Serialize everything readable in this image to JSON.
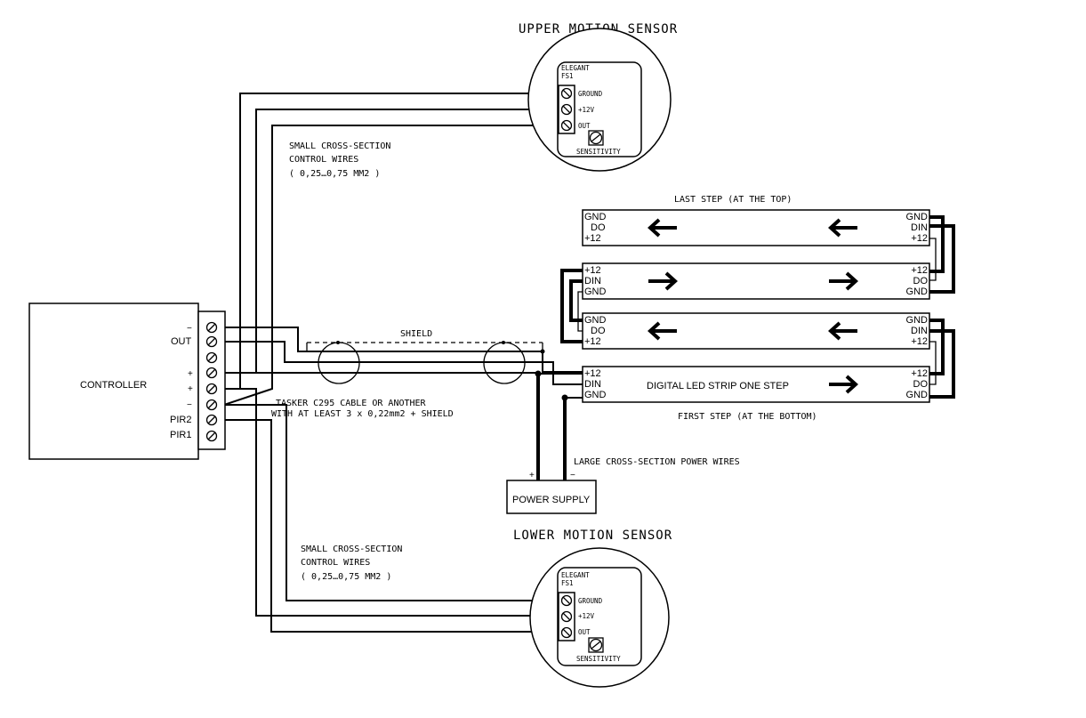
{
  "titles": {
    "upper_sensor": "UPPER MOTION SENSOR",
    "lower_sensor": "LOWER MOTION SENSOR"
  },
  "controller": {
    "label": "CONTROLLER",
    "terminals": [
      "−",
      "OUT",
      "",
      "+",
      "+",
      "−",
      "PIR2",
      "PIR1"
    ]
  },
  "sensor": {
    "brand": "ELEGANT",
    "model": "FS1",
    "pins": [
      "GROUND",
      "+12V",
      "OUT"
    ],
    "knob": "SENSITIVITY"
  },
  "notes": {
    "upper_wires": [
      "SMALL CROSS-SECTION",
      "CONTROL WIRES",
      "( 0,25…0,75 MM2 )"
    ],
    "lower_wires": [
      "SMALL CROSS-SECTION",
      "CONTROL WIRES",
      "( 0,25…0,75 MM2 )"
    ],
    "shield": "SHIELD",
    "cable": [
      "TASKER C295 CABLE OR ANOTHER",
      "WITH AT LEAST 3 x 0,22mm2 + SHIELD"
    ],
    "power_wires": "LARGE CROSS-SECTION POWER WIRES",
    "last_step": "LAST STEP (AT THE TOP)",
    "first_step": "FIRST STEP (AT THE BOTTOM)"
  },
  "power_supply": {
    "label": "POWER SUPPLY",
    "plus": "+",
    "minus": "−"
  },
  "strips": {
    "center_label": "DIGITAL LED STRIP ONE STEP",
    "left_labels": [
      [
        "GND",
        "DO",
        "+12"
      ],
      [
        "+12",
        "DIN",
        "GND"
      ],
      [
        "GND",
        "DO",
        "+12"
      ],
      [
        "+12",
        "DIN",
        "GND"
      ]
    ],
    "right_labels": [
      [
        "GND",
        "DIN",
        "+12"
      ],
      [
        "+12",
        "DO",
        "GND"
      ],
      [
        "GND",
        "DIN",
        "+12"
      ],
      [
        "+12",
        "DO",
        "GND"
      ]
    ]
  }
}
